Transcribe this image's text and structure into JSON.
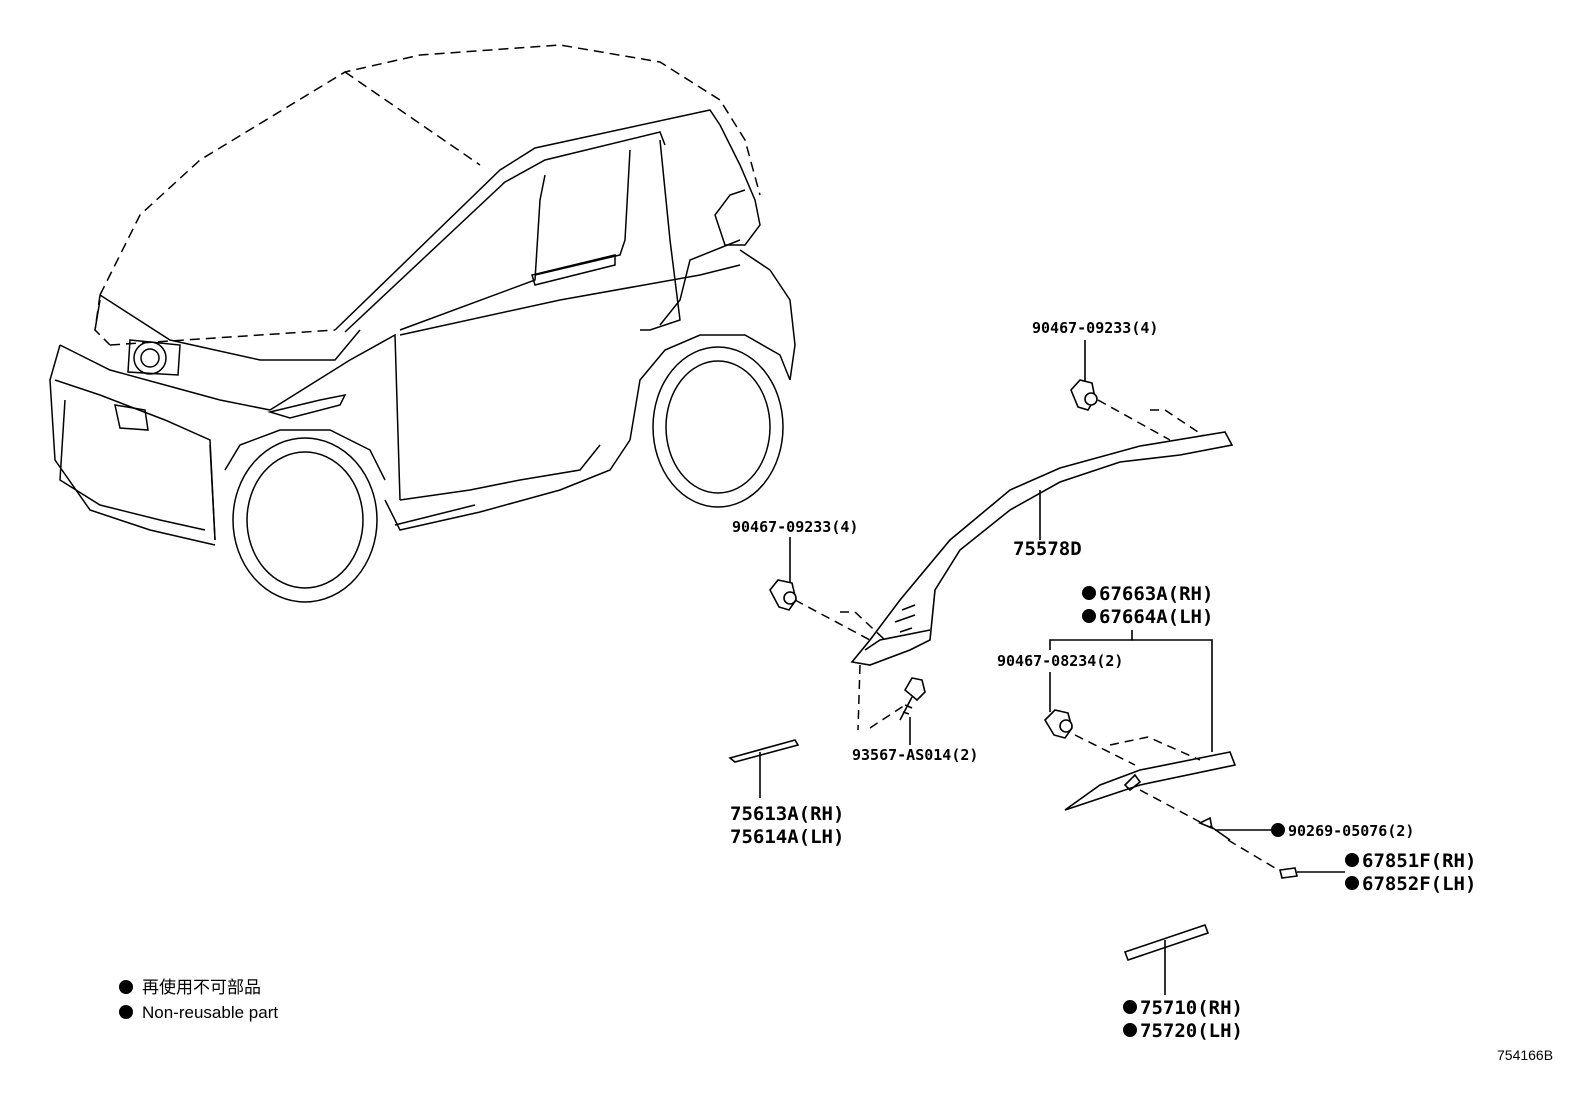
{
  "labels": {
    "clip_top": "90467-09233(4)",
    "clip_left": "90467-09233(4)",
    "pillar_garnish": "75578D",
    "bolt": "93567-AS014(2)",
    "emblem_rh": "75613A(RH)",
    "emblem_lh": "75614A(LH)",
    "moulding_rh": "67663A(RH)",
    "moulding_lh": "67664A(LH)",
    "clip_mid": "90467-08234(2)",
    "rivet": "90269-05076(2)",
    "cap_rh": "67851F(RH)",
    "cap_lh": "67852F(LH)",
    "sill_rh": "75710(RH)",
    "sill_lh": "75720(LH)"
  },
  "legend": {
    "line1": "再使用不可部品",
    "line2": "Non-reusable part"
  },
  "diagram_code": "754166B",
  "colors": {
    "ink": "#000000",
    "paper": "#ffffff"
  }
}
